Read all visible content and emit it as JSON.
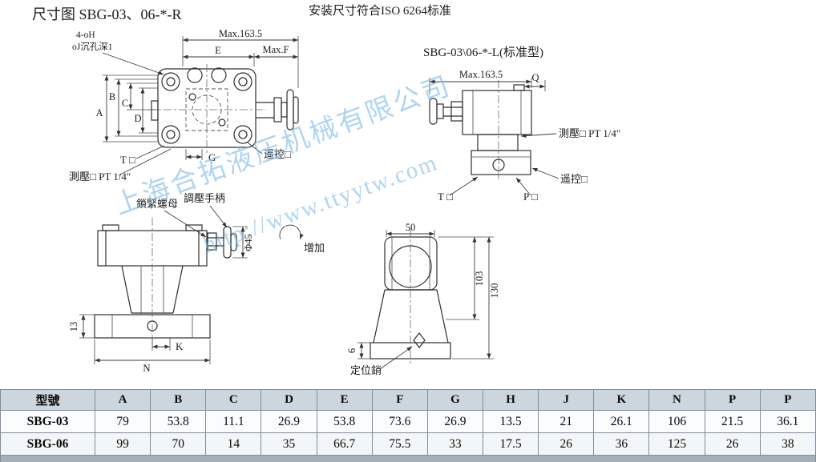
{
  "page": {
    "title_left": "尺寸图 SBG-03、06-*-R",
    "title_center": "安装尺寸符合ISO 6264标准",
    "title_right": "SBG-03\\06-*-L(标准型)"
  },
  "watermark": {
    "company": "上海合拓液压机械有限公司",
    "url": "http://www.ttyytw.com",
    "color": "#7db9e8"
  },
  "plan_view": {
    "holes_note": "4-oH",
    "counterbore_note": "oJ沉孔深1",
    "max_width": "Max.163.5",
    "dim_E": "E",
    "dim_F": "Max.F",
    "dim_A": "A",
    "dim_B": "B",
    "dim_C": "C",
    "dim_D": "D",
    "port_T": "T □",
    "dim_G": "G",
    "remote_label": "遥控□",
    "gauge_label": "測壓□ PT 1/4\""
  },
  "side_view": {
    "max_width": "Max.163.5",
    "dim_Q": "Q",
    "gauge_label": "測壓□ PT 1/4\"",
    "remote_label": "遥控□",
    "port_T": "T □",
    "port_P": "P □"
  },
  "front_view": {
    "lock_nut": "鎖緊螺母",
    "handle": "調壓手柄",
    "handwheel_dia": "Φ45",
    "increase": "增加",
    "dim_13": "13",
    "dim_K": "K",
    "dim_N": "N"
  },
  "end_view": {
    "dim_50": "50",
    "dim_103": "103",
    "dim_130": "130",
    "dim_6": "6",
    "pin_label": "定位銷"
  },
  "table": {
    "headers": [
      "型號",
      "A",
      "B",
      "C",
      "D",
      "E",
      "F",
      "G",
      "H",
      "J",
      "K",
      "N",
      "P",
      "P"
    ],
    "rows": [
      {
        "model": "SBG-03",
        "values": [
          "79",
          "53.8",
          "11.1",
          "26.9",
          "53.8",
          "73.6",
          "26.9",
          "13.5",
          "21",
          "26.1",
          "106",
          "21.5",
          "36.1"
        ]
      },
      {
        "model": "SBG-06",
        "values": [
          "99",
          "70",
          "14",
          "35",
          "66.7",
          "75.5",
          "33",
          "17.5",
          "26",
          "36",
          "125",
          "26",
          "38"
        ]
      }
    ]
  }
}
